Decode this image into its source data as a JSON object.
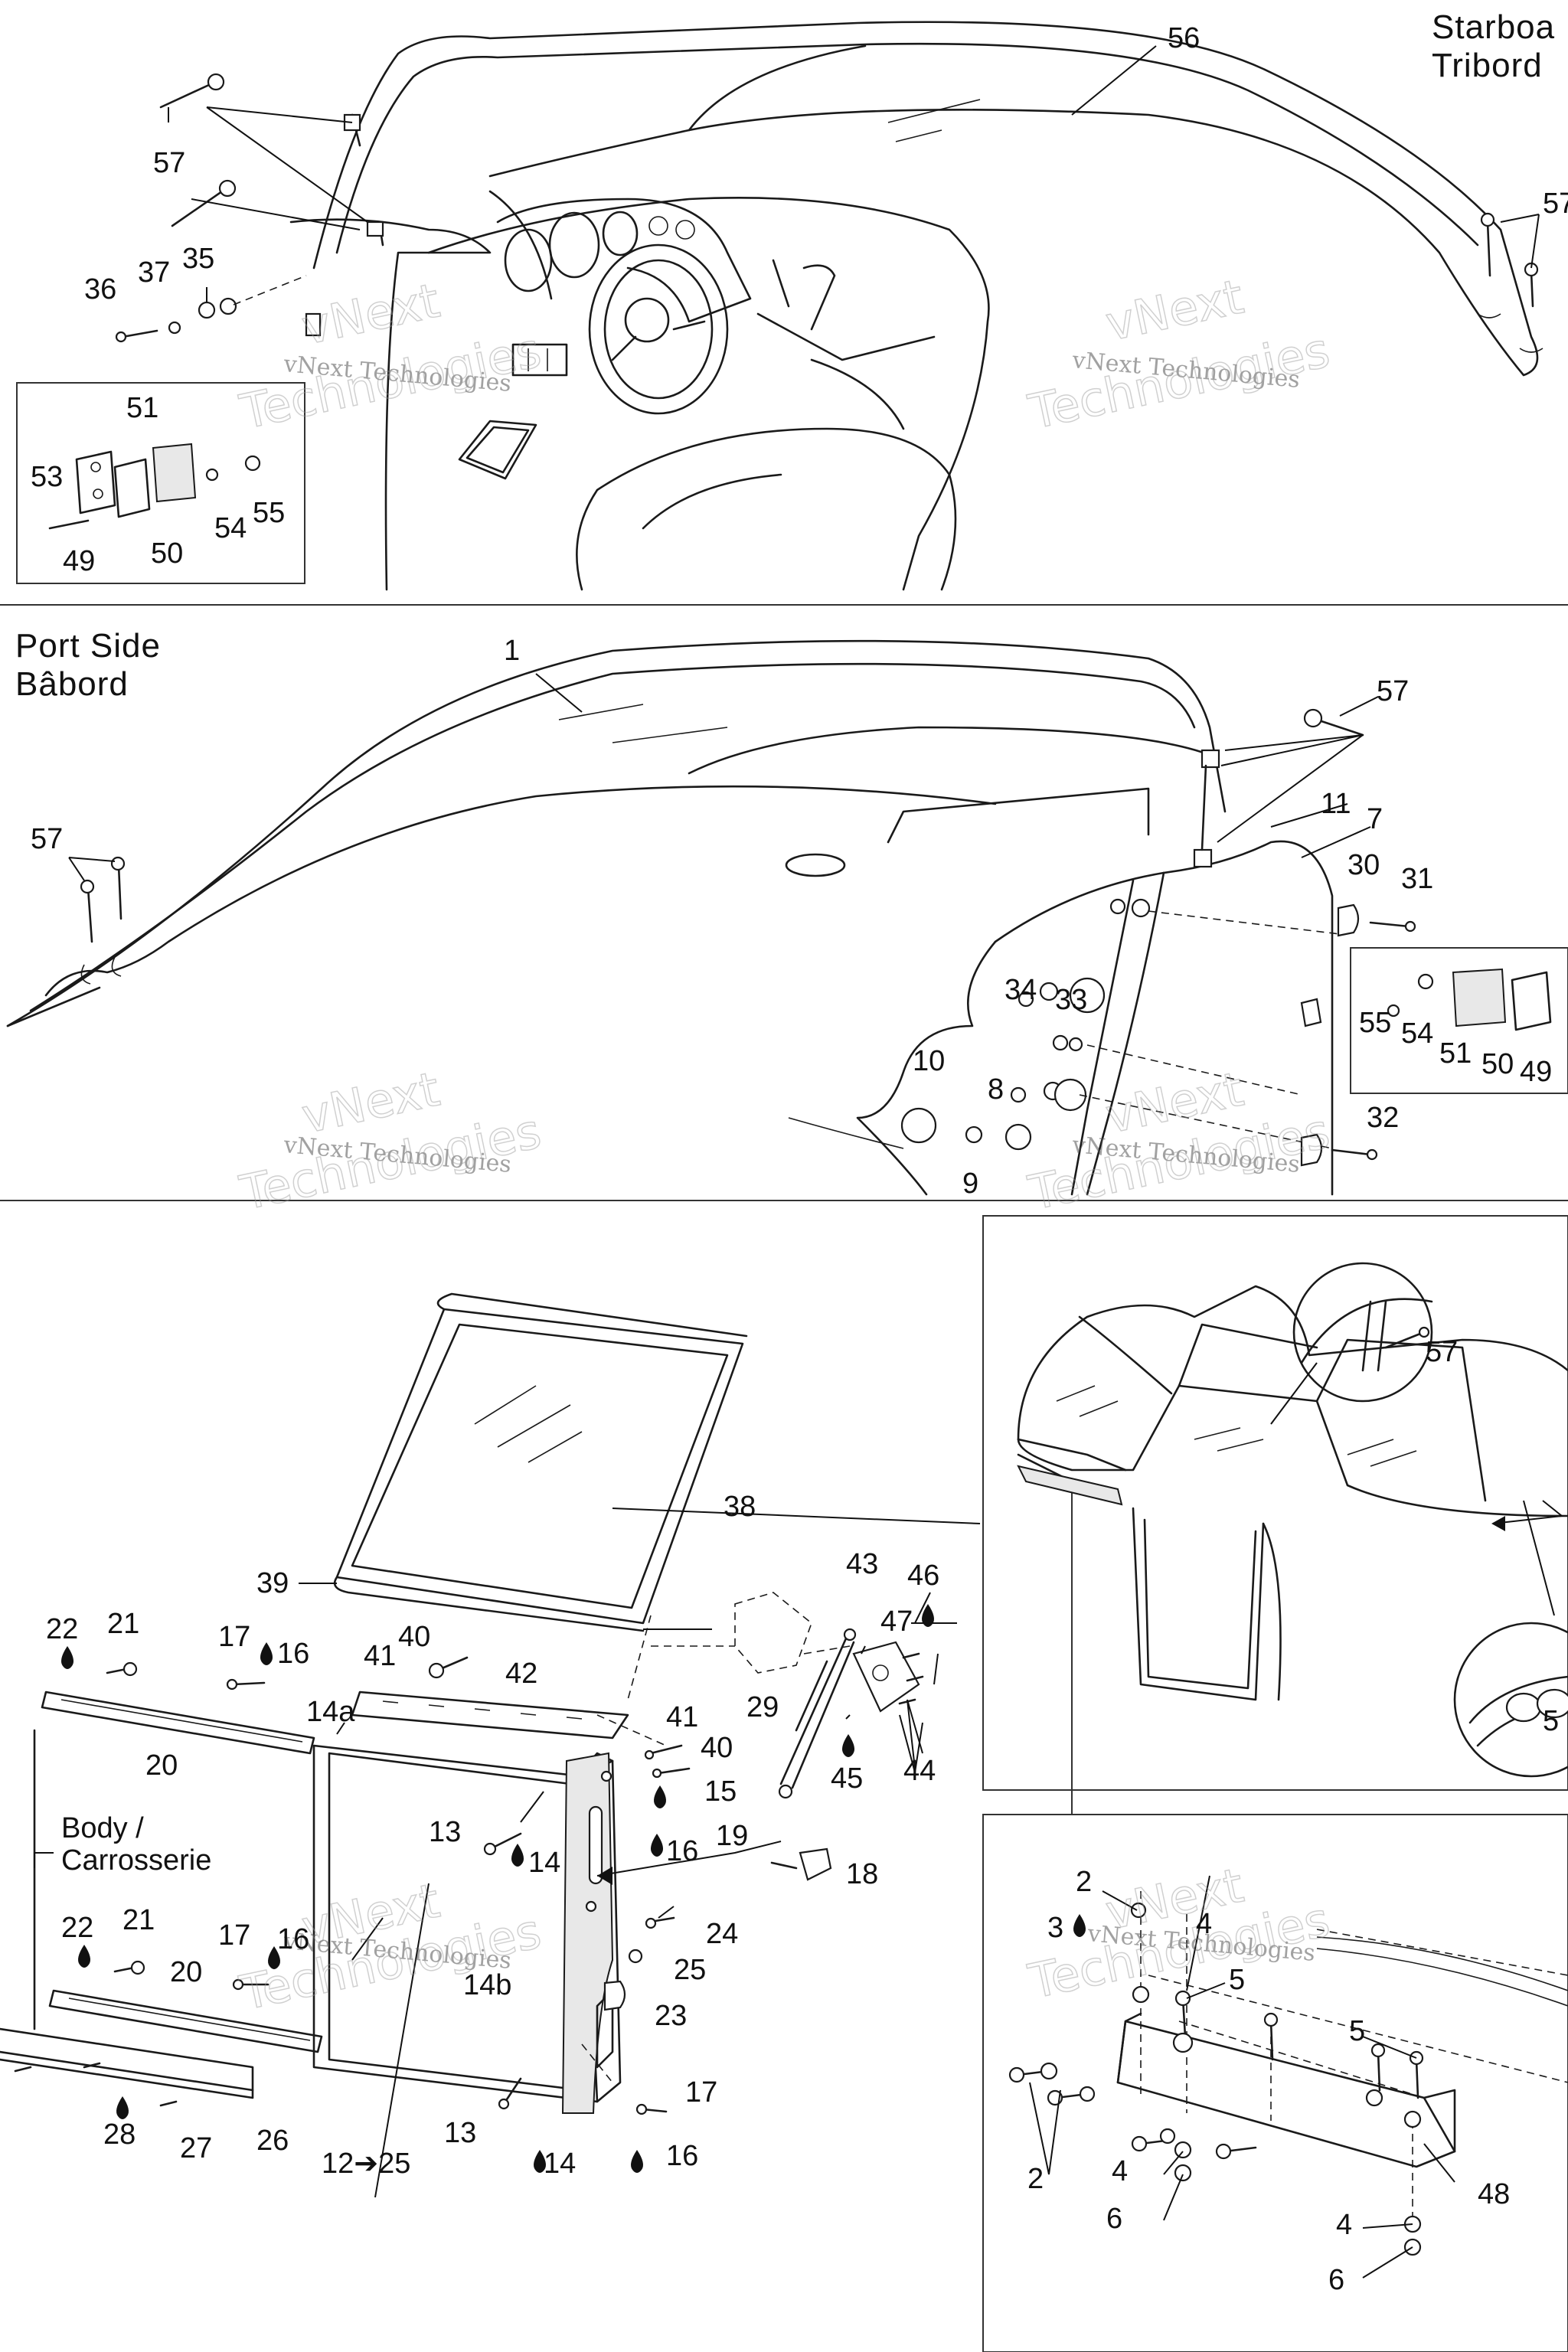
{
  "sections": {
    "starboard_title": [
      "Starboa",
      "Tribord"
    ],
    "port_title": [
      "Port Side",
      "Bâbord"
    ],
    "body_label": [
      "Body /",
      "Carrosserie"
    ]
  },
  "watermark": {
    "line1": "vNext Technologies",
    "line2": "vNext",
    "line3": "Technologies"
  },
  "callouts": {
    "top": [
      "56",
      "57",
      "57",
      "57",
      "36",
      "37",
      "35",
      "51",
      "53",
      "54",
      "55",
      "49",
      "50"
    ],
    "middle": [
      "1",
      "57",
      "57",
      "11",
      "7",
      "30",
      "31",
      "34",
      "33",
      "10",
      "8",
      "9",
      "32",
      "55",
      "54",
      "51",
      "50",
      "49"
    ],
    "bottom_left": [
      "38",
      "39",
      "43",
      "46",
      "47",
      "22",
      "21",
      "17",
      "16",
      "40",
      "41",
      "42",
      "14a",
      "29",
      "44",
      "45",
      "20",
      "41",
      "40",
      "15",
      "16",
      "13",
      "14",
      "19",
      "18",
      "22",
      "21",
      "17",
      "16",
      "24",
      "25",
      "14b",
      "23",
      "20",
      "17",
      "16",
      "13",
      "14",
      "28",
      "27",
      "26",
      "12➔25"
    ],
    "bottom_right": [
      "57",
      "5",
      "2",
      "3",
      "4",
      "5",
      "5",
      "2",
      "4",
      "6",
      "48",
      "4",
      "6"
    ]
  }
}
